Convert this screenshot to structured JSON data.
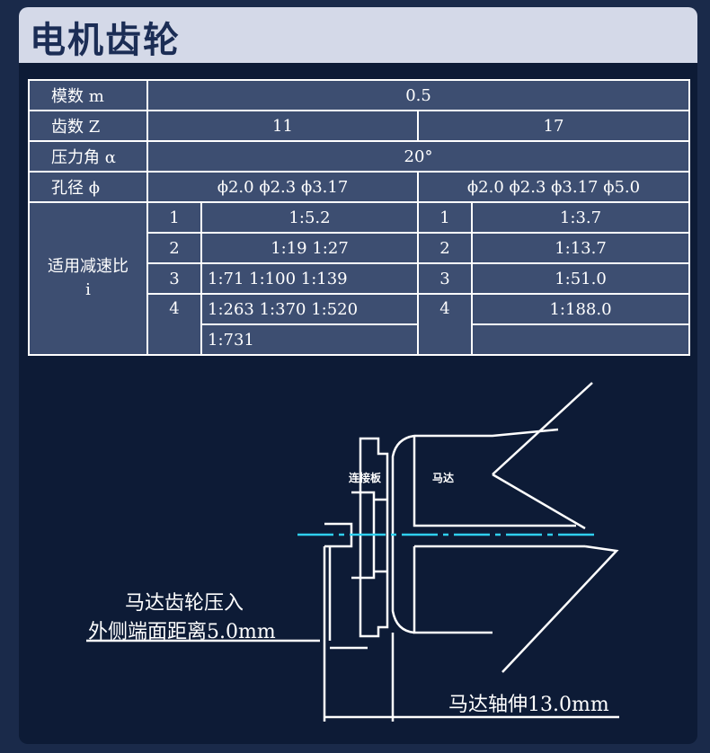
{
  "title": "电机齿轮",
  "table": {
    "module_label": "模数 m",
    "module_value": "0.5",
    "teeth_label": "齿数 Z",
    "teeth": [
      "11",
      "17"
    ],
    "pressure_label": "压力角 α",
    "pressure_value": "20°",
    "bore_label": "孔径 ϕ",
    "bores": [
      "ϕ2.0 ϕ2.3 ϕ3.17",
      "ϕ2.0 ϕ2.3 ϕ3.17 ϕ5.0"
    ],
    "ratio_label_line1": "适用减速比",
    "ratio_label_line2": "i",
    "ratios_11": [
      {
        "n": "1",
        "v": "1:5.2"
      },
      {
        "n": "2",
        "v": "1:19  1:27"
      },
      {
        "n": "3",
        "v": "1:71 1:100  1:139"
      },
      {
        "n": "4",
        "v": "1:263  1:370 1:520"
      }
    ],
    "ratio_11_extra": "1:731",
    "ratios_17": [
      {
        "n": "1",
        "v": "1:3.7"
      },
      {
        "n": "2",
        "v": "1:13.7"
      },
      {
        "n": "3",
        "v": "1:51.0"
      },
      {
        "n": "4",
        "v": "1:188.0"
      }
    ]
  },
  "diagram": {
    "plate_label": "连接板",
    "motor_label": "马达",
    "note_line1": "马达齿轮压入",
    "note_line2": "外侧端面距离5.0mm",
    "shaft_note": "马达轴伸13.0mm",
    "axis_color": "#2fd0ee",
    "line_color": "#ffffff"
  }
}
